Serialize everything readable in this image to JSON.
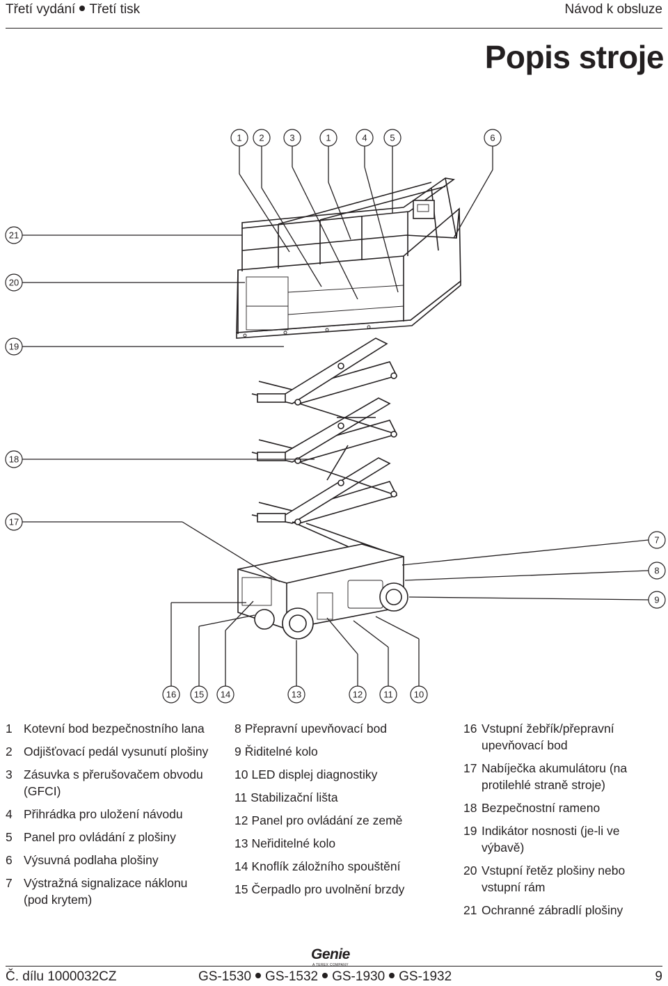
{
  "header": {
    "edition": "Třetí vydání",
    "printing": "Třetí tisk",
    "manual": "Návod k obsluze"
  },
  "title": "Popis stroje",
  "callouts": {
    "top": [
      "1",
      "2",
      "3",
      "1",
      "4",
      "5",
      "6"
    ],
    "left": [
      "21",
      "20",
      "19",
      "18",
      "17"
    ],
    "right": [
      "7",
      "8",
      "9"
    ],
    "bottom": [
      "16",
      "15",
      "14",
      "13",
      "12",
      "11",
      "10"
    ]
  },
  "legend": {
    "col1": [
      {
        "n": "1",
        "t": "Kotevní bod bezpečnostního lana"
      },
      {
        "n": "2",
        "t": "Odjišťovací pedál vysunutí plošiny"
      },
      {
        "n": "3",
        "t": "Zásuvka s přerušovačem obvodu (GFCI)"
      },
      {
        "n": "4",
        "t": "Přihrádka pro uložení návodu"
      },
      {
        "n": "5",
        "t": "Panel pro ovládání z plošiny"
      },
      {
        "n": "6",
        "t": "Výsuvná podlaha plošiny"
      },
      {
        "n": "7",
        "t": "Výstražná signalizace náklonu (pod krytem)"
      }
    ],
    "col2": [
      {
        "n": "8",
        "t": "Přepravní upevňovací bod"
      },
      {
        "n": "9",
        "t": "Řiditelné kolo"
      },
      {
        "n": "10",
        "t": "LED displej diagnostiky"
      },
      {
        "n": "11",
        "t": "Stabilizační lišta"
      },
      {
        "n": "12",
        "t": "Panel pro ovládání ze země"
      },
      {
        "n": "13",
        "t": "Neřiditelné kolo"
      },
      {
        "n": "14",
        "t": "Knoflík záložního spouštění"
      },
      {
        "n": "15",
        "t": "Čerpadlo pro uvolnění brzdy"
      }
    ],
    "col3": [
      {
        "n": "16",
        "t": "Vstupní žebřík/přepravní upevňovací bod"
      },
      {
        "n": "17",
        "t": "Nabíječka akumulátoru (na protilehlé straně stroje)"
      },
      {
        "n": "18",
        "t": "Bezpečnostní rameno"
      },
      {
        "n": "19",
        "t": "Indikátor nosnosti (je-li ve výbavě)"
      },
      {
        "n": "20",
        "t": "Vstupní řetěz plošiny nebo vstupní rám"
      },
      {
        "n": "21",
        "t": "Ochranné zábradlí plošiny"
      }
    ]
  },
  "logo": {
    "brand": "Genie",
    "sub": "A TEREX COMPANY"
  },
  "footer": {
    "part": "Č. dílu 1000032CZ",
    "models": [
      "GS-1530",
      "GS-1532",
      "GS-1930",
      "GS-1932"
    ],
    "page": "9"
  }
}
